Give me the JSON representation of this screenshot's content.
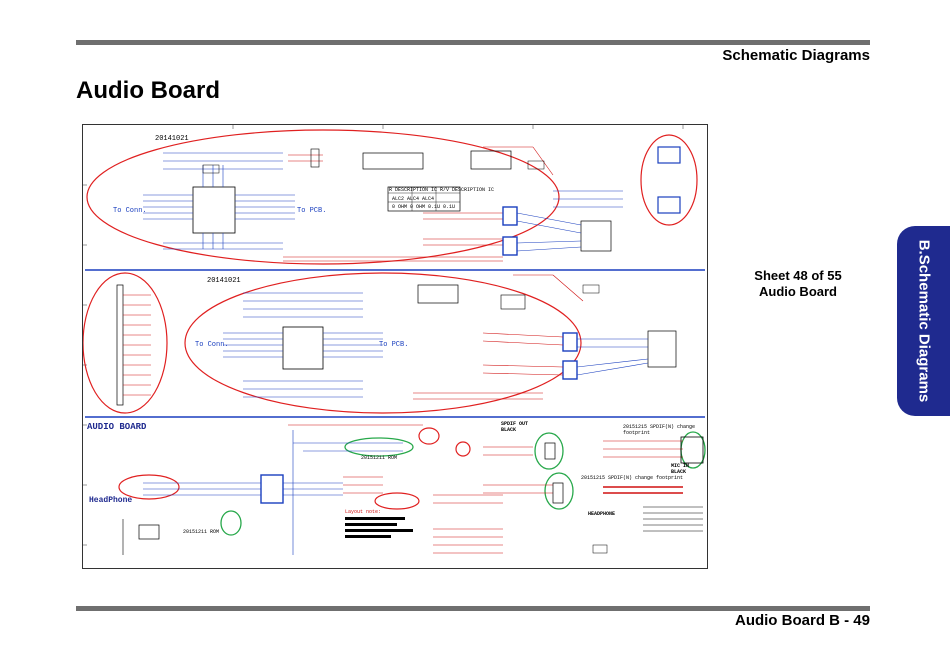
{
  "header": {
    "section_title": "Schematic  Diagrams"
  },
  "page": {
    "title": "Audio Board"
  },
  "side_tab": {
    "label": "B.Schematic Diagrams"
  },
  "sheet": {
    "line1": "Sheet 48 of 55",
    "line2": "Audio Board"
  },
  "footer": {
    "label": "Audio Board  B  -  49"
  },
  "schematic": {
    "date_top": "20141021",
    "date_middle": "20141021",
    "audio_board_label": "AUDIO BOARD",
    "headphone_label": "HeadPhone",
    "to_conn_1": "To Conn.",
    "to_pcb_1": "To PCB.",
    "to_conn_2": "To Conn.",
    "to_pcb_2": "To PCB.",
    "spdif_out": "SPDIF OUT",
    "black_1": "BLACK",
    "black_2": "BLACK",
    "mic_in": "MIC IN",
    "headphone_black": "HEADPHONE",
    "note_1": "20151215 SPDIF(N) change footprint",
    "note_2": "20151215 SPDIF(N) change footprint",
    "note_3": "20151211 ROM",
    "note_4": "20151211 ROM",
    "layout_note": "Layout note:",
    "table_header": "R  DESCRIPTION  IC  R/V  DESCRIPTION  IC",
    "table_row1": "ALC2   ALC4   ALC4",
    "table_row2": "0 OHM  0 OHM  0.1U  0.1U"
  },
  "colors": {
    "rule": "#6f6f6f",
    "tab": "#1f2a8f",
    "ellipse": "#e02020",
    "highlight": "#27a84a",
    "wire": "#1a3fbf",
    "net": "#d01010"
  }
}
